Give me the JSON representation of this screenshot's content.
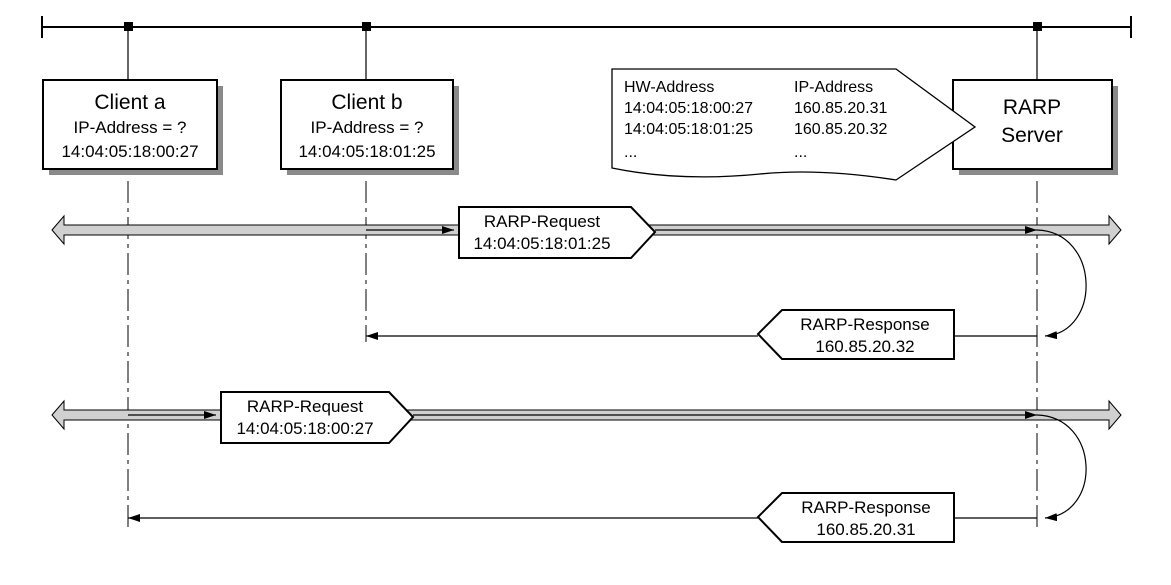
{
  "clients": [
    {
      "title": "Client a",
      "ip_line": "IP-Address = ?",
      "hw": "14:04:05:18:00:27"
    },
    {
      "title": "Client b",
      "ip_line": "IP-Address = ?",
      "hw": "14:04:05:18:01:25"
    }
  ],
  "server": {
    "line1": "RARP",
    "line2": "Server"
  },
  "table": {
    "headers": [
      "HW-Address",
      "IP-Address"
    ],
    "rows": [
      [
        "14:04:05:18:00:27",
        "160.85.20.31"
      ],
      [
        "14:04:05:18:01:25",
        "160.85.20.32"
      ],
      [
        "...",
        "..."
      ]
    ]
  },
  "exchanges": [
    {
      "request": {
        "label": "RARP-Request",
        "hw": "14:04:05:18:01:25"
      },
      "response": {
        "label": "RARP-Response",
        "ip": "160.85.20.32"
      }
    },
    {
      "request": {
        "label": "RARP-Request",
        "hw": "14:04:05:18:00:27"
      },
      "response": {
        "label": "RARP-Response",
        "ip": "160.85.20.31"
      }
    }
  ]
}
